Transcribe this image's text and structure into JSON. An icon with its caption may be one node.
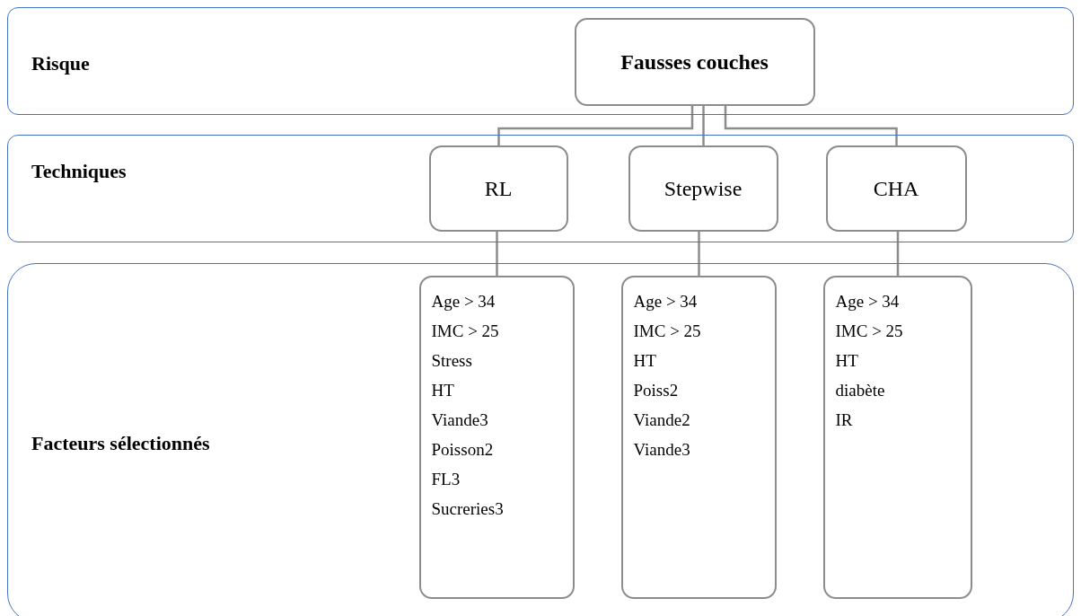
{
  "diagram": {
    "nodes": [
      {
        "text": [
          "Risque"
        ]
      },
      {
        "text": [
          "Fausses couches"
        ],
        "in": 0
      },
      {
        "text": [
          "Techniques"
        ]
      },
      {
        "text": [
          "RL"
        ],
        "in": 2
      },
      {
        "text": [
          "Stepwise"
        ],
        "in": 2
      },
      {
        "text": [
          "CHA"
        ],
        "in": 2
      },
      {
        "text": [
          "Facteurs sélectionnés"
        ]
      },
      {
        "text": [
          "Age > 34",
          "IMC > 25",
          "Stress",
          "HT",
          "Viande3",
          "Poisson2",
          "FL3",
          "Sucreries3"
        ],
        "in": 6
      },
      {
        "text": [
          "Age > 34",
          "IMC > 25",
          "HT",
          "Poiss2",
          "Viande2",
          "Viande3"
        ],
        "in": 6
      },
      {
        "text": [
          "Age > 34",
          "IMC > 25",
          "HT",
          "diabète",
          "IR"
        ],
        "in": 6
      }
    ],
    "edges": [
      {
        "from": 1,
        "to": 3,
        "arrow": "none"
      },
      {
        "from": 1,
        "to": 4,
        "arrow": "none"
      },
      {
        "from": 1,
        "to": 5,
        "arrow": "none"
      },
      {
        "from": 3,
        "to": 7,
        "arrow": "none"
      },
      {
        "from": 4,
        "to": 8,
        "arrow": "none"
      },
      {
        "from": 5,
        "to": 9,
        "arrow": "none"
      }
    ]
  }
}
